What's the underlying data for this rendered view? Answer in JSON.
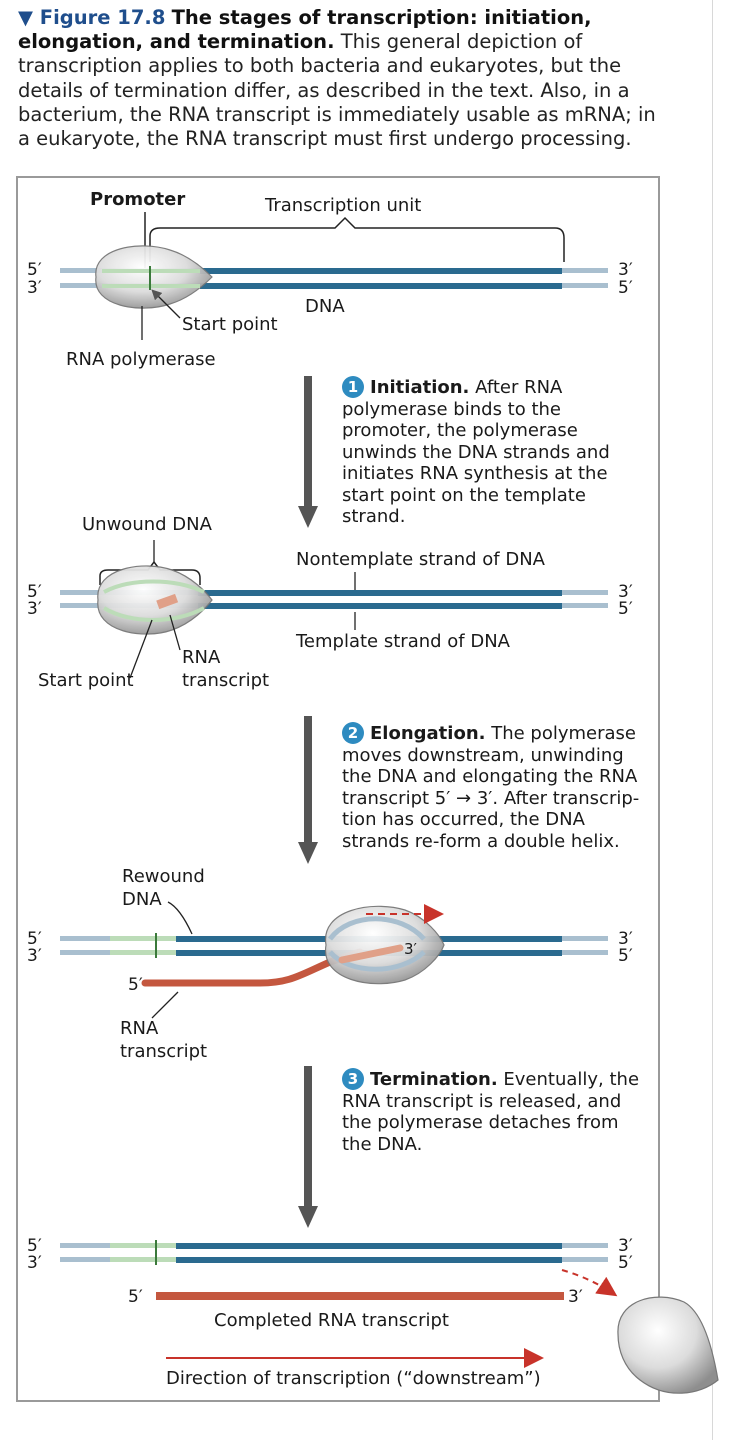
{
  "caption": {
    "marker": "▼",
    "figure_label": "Figure 17.8",
    "title": "The stages of transcription: initiation, elongation, and termination.",
    "body": "This general depiction of transcription applies to both bacteria and eukaryotes, but the details of termination differ, as described in the text. Also, in a bacterium, the RNA transcript is immediately usable as mRNA; in a eukaryote, the RNA transcript must first undergo processing."
  },
  "labels": {
    "promoter": "Promoter",
    "transcription_unit": "Transcription unit",
    "dna": "DNA",
    "start_point": "Start point",
    "rna_polymerase": "RNA polymerase",
    "unwound_dna": "Unwound DNA",
    "nontemplate_strand": "Nontemplate strand of DNA",
    "template_strand": "Template strand of DNA",
    "start_point_2": "Start point",
    "rna_transcript_line1": "RNA",
    "rna_transcript_line2": "transcript",
    "rewound_dna_line1": "Rewound",
    "rewound_dna_line2": "DNA",
    "rna_transcript3_line1": "RNA",
    "rna_transcript3_line2": "transcript",
    "completed_rna": "Completed RNA transcript",
    "direction": "Direction of transcription (“downstream”)",
    "five_prime": "5′",
    "three_prime": "3′"
  },
  "steps": [
    {
      "number": "1",
      "title": "Initiation.",
      "text": "After RNA polymerase binds to the promoter, the polymerase unwinds the DNA strands and initiates RNA synthesis at the start point on the template strand."
    },
    {
      "number": "2",
      "title": "Elongation.",
      "text": "The polymerase moves downstream, unwinding the DNA and elongating the RNA transcript 5′ → 3′. After transcrip-tion has occurred, the DNA strands re-form a double helix."
    },
    {
      "number": "3",
      "title": "Termination.",
      "text": "Eventually, the RNA transcript is released, and the polymerase detaches from the DNA."
    }
  ],
  "colors": {
    "dna_dark": "#2a6a8f",
    "dna_light": "#a9bfcf",
    "promoter_green": "#bcdcb8",
    "rna": "#c4573f",
    "rna_light": "#e0a088",
    "arrow_gray": "#555555",
    "direction_red": "#c8332a",
    "step_badge": "#2e8bc0",
    "figure_blue": "#1f4e8c"
  }
}
